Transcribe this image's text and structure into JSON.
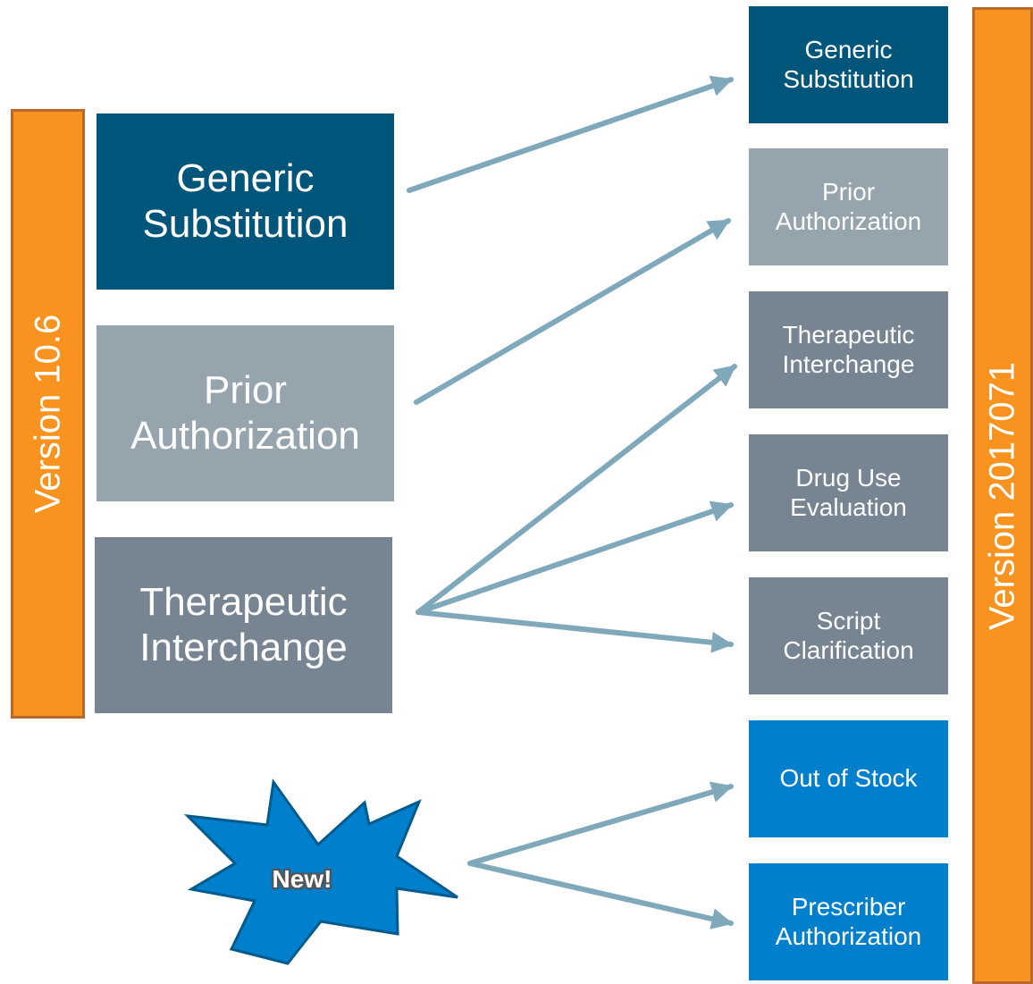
{
  "left_bar": {
    "label": "Version 10.6"
  },
  "right_bar": {
    "label": "Version 2017071"
  },
  "left_boxes": [
    {
      "label": "Generic Substitution",
      "color": "#00567A"
    },
    {
      "label": "Prior Authorization",
      "color": "#96A4AD"
    },
    {
      "label": "Therapeutic Interchange",
      "color": "#778491"
    }
  ],
  "right_boxes": [
    {
      "label": "Generic Substitution",
      "color": "#00567A"
    },
    {
      "label": "Prior Authorization",
      "color": "#96A4AD"
    },
    {
      "label": "Therapeutic Interchange",
      "color": "#778491"
    },
    {
      "label": "Drug Use Evaluation",
      "color": "#778491"
    },
    {
      "label": "Script Clarification",
      "color": "#778491"
    },
    {
      "label": "Out of Stock",
      "color": "#0080CC"
    },
    {
      "label": "Prescriber Authorization",
      "color": "#0080CC"
    }
  ],
  "new_badge": {
    "label": "New!",
    "color": "#0080CC"
  },
  "colors": {
    "arrow": "#7FA8BB",
    "version_bar": "#F7931E",
    "version_bar_border": "#B8682A"
  }
}
